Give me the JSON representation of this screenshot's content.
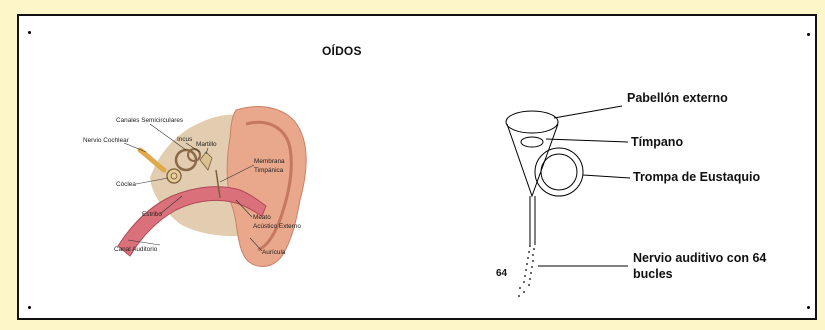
{
  "title": "OÍDOS",
  "anatomy": {
    "labels": {
      "canales": "Canales Semicirculares",
      "incus": "Incus",
      "martillo": "Martillo",
      "nervio_coclear": "Nervio Cochlear",
      "membrana_l1": "Membrana",
      "membrana_l2": "Timpánica",
      "coclea": "Cóclea",
      "estribo": "Estribo",
      "meato_l1": "Meato",
      "meato_l2": "Acústico Externo",
      "canal": "Canal Auditorio",
      "auricula": "Aurícula"
    }
  },
  "diagram": {
    "labels": {
      "pabellon": "Pabellón externo",
      "timpano": "Tímpano",
      "trompa": "Trompa de Eustaquio",
      "nervio_l1": "Nervio auditivo con 64",
      "nervio_l2": "bucles",
      "loops": "64"
    }
  }
}
